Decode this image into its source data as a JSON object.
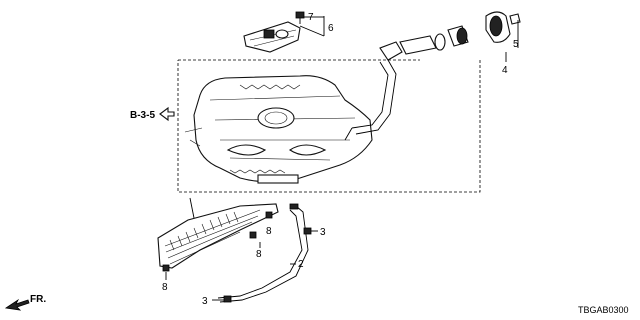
{
  "diagram": {
    "labels": {
      "p2": "2",
      "p3a": "3",
      "p3b": "3",
      "p4": "4",
      "p5": "5",
      "p6": "6",
      "p7": "7",
      "p8a": "8",
      "p8b": "8",
      "p8c": "8"
    },
    "ref": "B-3-5",
    "front": "FR.",
    "code": "TBGAB0300"
  }
}
